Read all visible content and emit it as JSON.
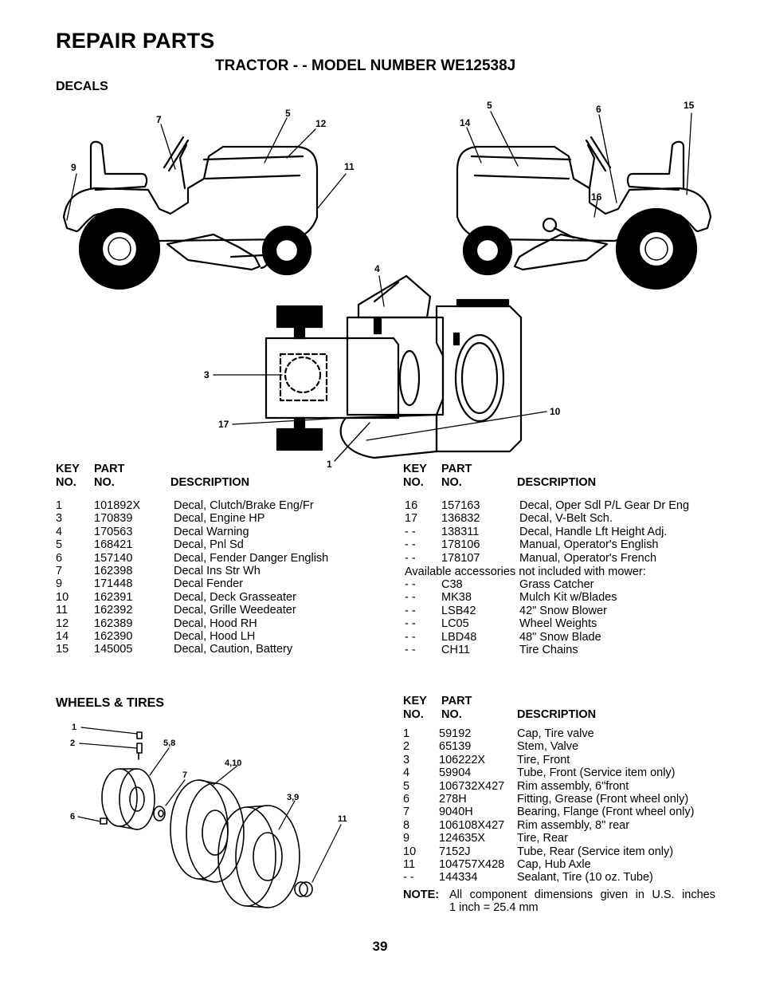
{
  "header": {
    "title": "REPAIR PARTS",
    "subtitle": "TRACTOR - - MODEL NUMBER WE12538J"
  },
  "decals": {
    "heading": "DECALS",
    "diagram_labels": {
      "l7": "7",
      "l5a": "5",
      "l12": "12",
      "l9": "9",
      "l11": "11",
      "l5b": "5",
      "l6": "6",
      "l15": "15",
      "l14": "14",
      "l16": "16",
      "l4": "4",
      "l3": "3",
      "l17": "17",
      "l10": "10",
      "l1": "1"
    },
    "col_headers": {
      "key": "KEY",
      "no": "NO.",
      "part": "PART",
      "part_no": "NO.",
      "desc": "DESCRIPTION"
    },
    "left_rows": [
      {
        "key": "1",
        "part": "101892X",
        "desc": "Decal, Clutch/Brake Eng/Fr"
      },
      {
        "key": "3",
        "part": "170839",
        "desc": "Decal, Engine HP"
      },
      {
        "key": "4",
        "part": "170563",
        "desc": "Decal Warning"
      },
      {
        "key": "5",
        "part": "168421",
        "desc": "Decal, Pnl Sd"
      },
      {
        "key": "6",
        "part": "157140",
        "desc": "Decal, Fender Danger English"
      },
      {
        "key": "7",
        "part": "162398",
        "desc": "Decal Ins Str Wh"
      },
      {
        "key": "9",
        "part": "171448",
        "desc": "Decal Fender"
      },
      {
        "key": "10",
        "part": "162391",
        "desc": "Decal, Deck Grasseater"
      },
      {
        "key": "11",
        "part": "162392",
        "desc": "Decal, Grille Weedeater"
      },
      {
        "key": "12",
        "part": "162389",
        "desc": "Decal, Hood RH"
      },
      {
        "key": "14",
        "part": "162390",
        "desc": "Decal, Hood LH"
      },
      {
        "key": "15",
        "part": "145005",
        "desc": "Decal, Caution, Battery"
      }
    ],
    "right_rows": [
      {
        "key": "16",
        "part": "157163",
        "desc": "Decal, Oper Sdl P/L Gear Dr Eng"
      },
      {
        "key": "17",
        "part": "136832",
        "desc": "Decal, V-Belt Sch."
      },
      {
        "key": "- -",
        "part": "138311",
        "desc": "Decal, Handle Lft Height Adj."
      },
      {
        "key": "- -",
        "part": "178106",
        "desc": "Manual, Operator's English"
      },
      {
        "key": "- -",
        "part": "178107",
        "desc": "Manual, Operator's French"
      }
    ],
    "accessories_note": "Available accessories not included with mower:",
    "accessory_rows": [
      {
        "key": "- -",
        "part": "C38",
        "desc": "Grass Catcher"
      },
      {
        "key": "- -",
        "part": "MK38",
        "desc": "Mulch Kit w/Blades"
      },
      {
        "key": "- -",
        "part": "LSB42",
        "desc": "42\" Snow Blower"
      },
      {
        "key": "- -",
        "part": "LC05",
        "desc": "Wheel Weights"
      },
      {
        "key": "- -",
        "part": "LBD48",
        "desc": "48\" Snow Blade"
      },
      {
        "key": "- -",
        "part": "CH11",
        "desc": "Tire Chains"
      }
    ]
  },
  "wheels": {
    "heading": "WHEELS & TIRES",
    "diagram_labels": {
      "w1": "1",
      "w2": "2",
      "w58": "5,8",
      "w410": "4,10",
      "w7": "7",
      "w39": "3,9",
      "w6": "6",
      "w11": "11"
    },
    "rows": [
      {
        "key": "1",
        "part": "59192",
        "desc": "Cap, Tire valve"
      },
      {
        "key": "2",
        "part": "65139",
        "desc": "Stem, Valve"
      },
      {
        "key": "3",
        "part": "106222X",
        "desc": "Tire, Front"
      },
      {
        "key": "4",
        "part": "59904",
        "desc": "Tube, Front (Service item only)"
      },
      {
        "key": "5",
        "part": "106732X427",
        "desc": "Rim assembly, 6\"front"
      },
      {
        "key": "6",
        "part": "278H",
        "desc": "Fitting, Grease (Front wheel only)"
      },
      {
        "key": "7",
        "part": "9040H",
        "desc": "Bearing, Flange (Front wheel only)"
      },
      {
        "key": "8",
        "part": "106108X427",
        "desc": "Rim assembly, 8\" rear"
      },
      {
        "key": "9",
        "part": "124635X",
        "desc": "Tire, Rear"
      },
      {
        "key": "10",
        "part": "7152J",
        "desc": "Tube, Rear (Service item only)"
      },
      {
        "key": "11",
        "part": "104757X428",
        "desc": "Cap, Hub Axle"
      },
      {
        "key": "- -",
        "part": "144334",
        "desc": "Sealant, Tire (10 oz. Tube)"
      }
    ],
    "note_label": "NOTE:",
    "note_line1": "All component dimensions given in U.S. inches",
    "note_line2": "1 inch = 25.4 mm"
  },
  "page_number": "39"
}
